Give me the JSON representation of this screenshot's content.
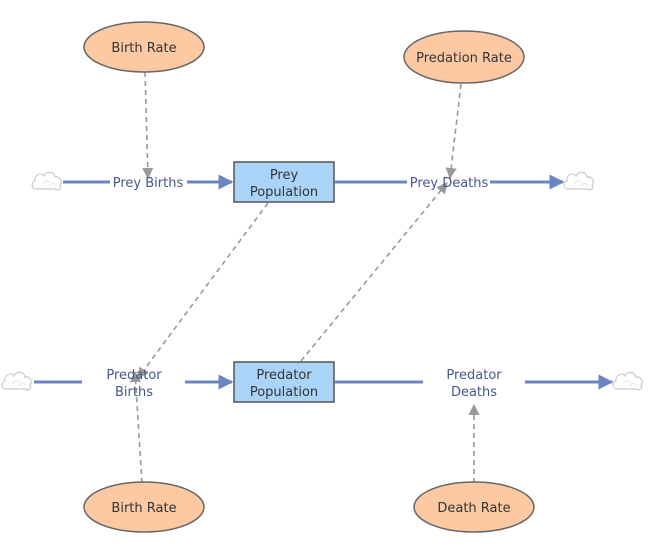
{
  "diagram": {
    "stocks": {
      "prey": {
        "line1": "Prey",
        "line2": "Population"
      },
      "predator": {
        "line1": "Predator",
        "line2": "Population"
      }
    },
    "flows": {
      "prey_births": {
        "label": "Prey Births"
      },
      "prey_deaths": {
        "label": "Prey Deaths"
      },
      "predator_births": {
        "line1": "Predator",
        "line2": "Births"
      },
      "predator_deaths": {
        "line1": "Predator",
        "line2": "Deaths"
      }
    },
    "variables": {
      "birth_rate_top": "Birth Rate",
      "predation_rate": "Predation Rate",
      "birth_rate_bottom": "Birth Rate",
      "death_rate": "Death Rate"
    }
  },
  "colors": {
    "stock_fill": "#a9d4f7",
    "stock_stroke": "#555555",
    "variable_fill": "#fdc9a3",
    "variable_stroke": "#666666",
    "flow": "#6b84c2",
    "link": "#999999",
    "flow_text": "#44578f",
    "variable_text": "#333333",
    "cloud_stroke": "#c9c9c9"
  }
}
